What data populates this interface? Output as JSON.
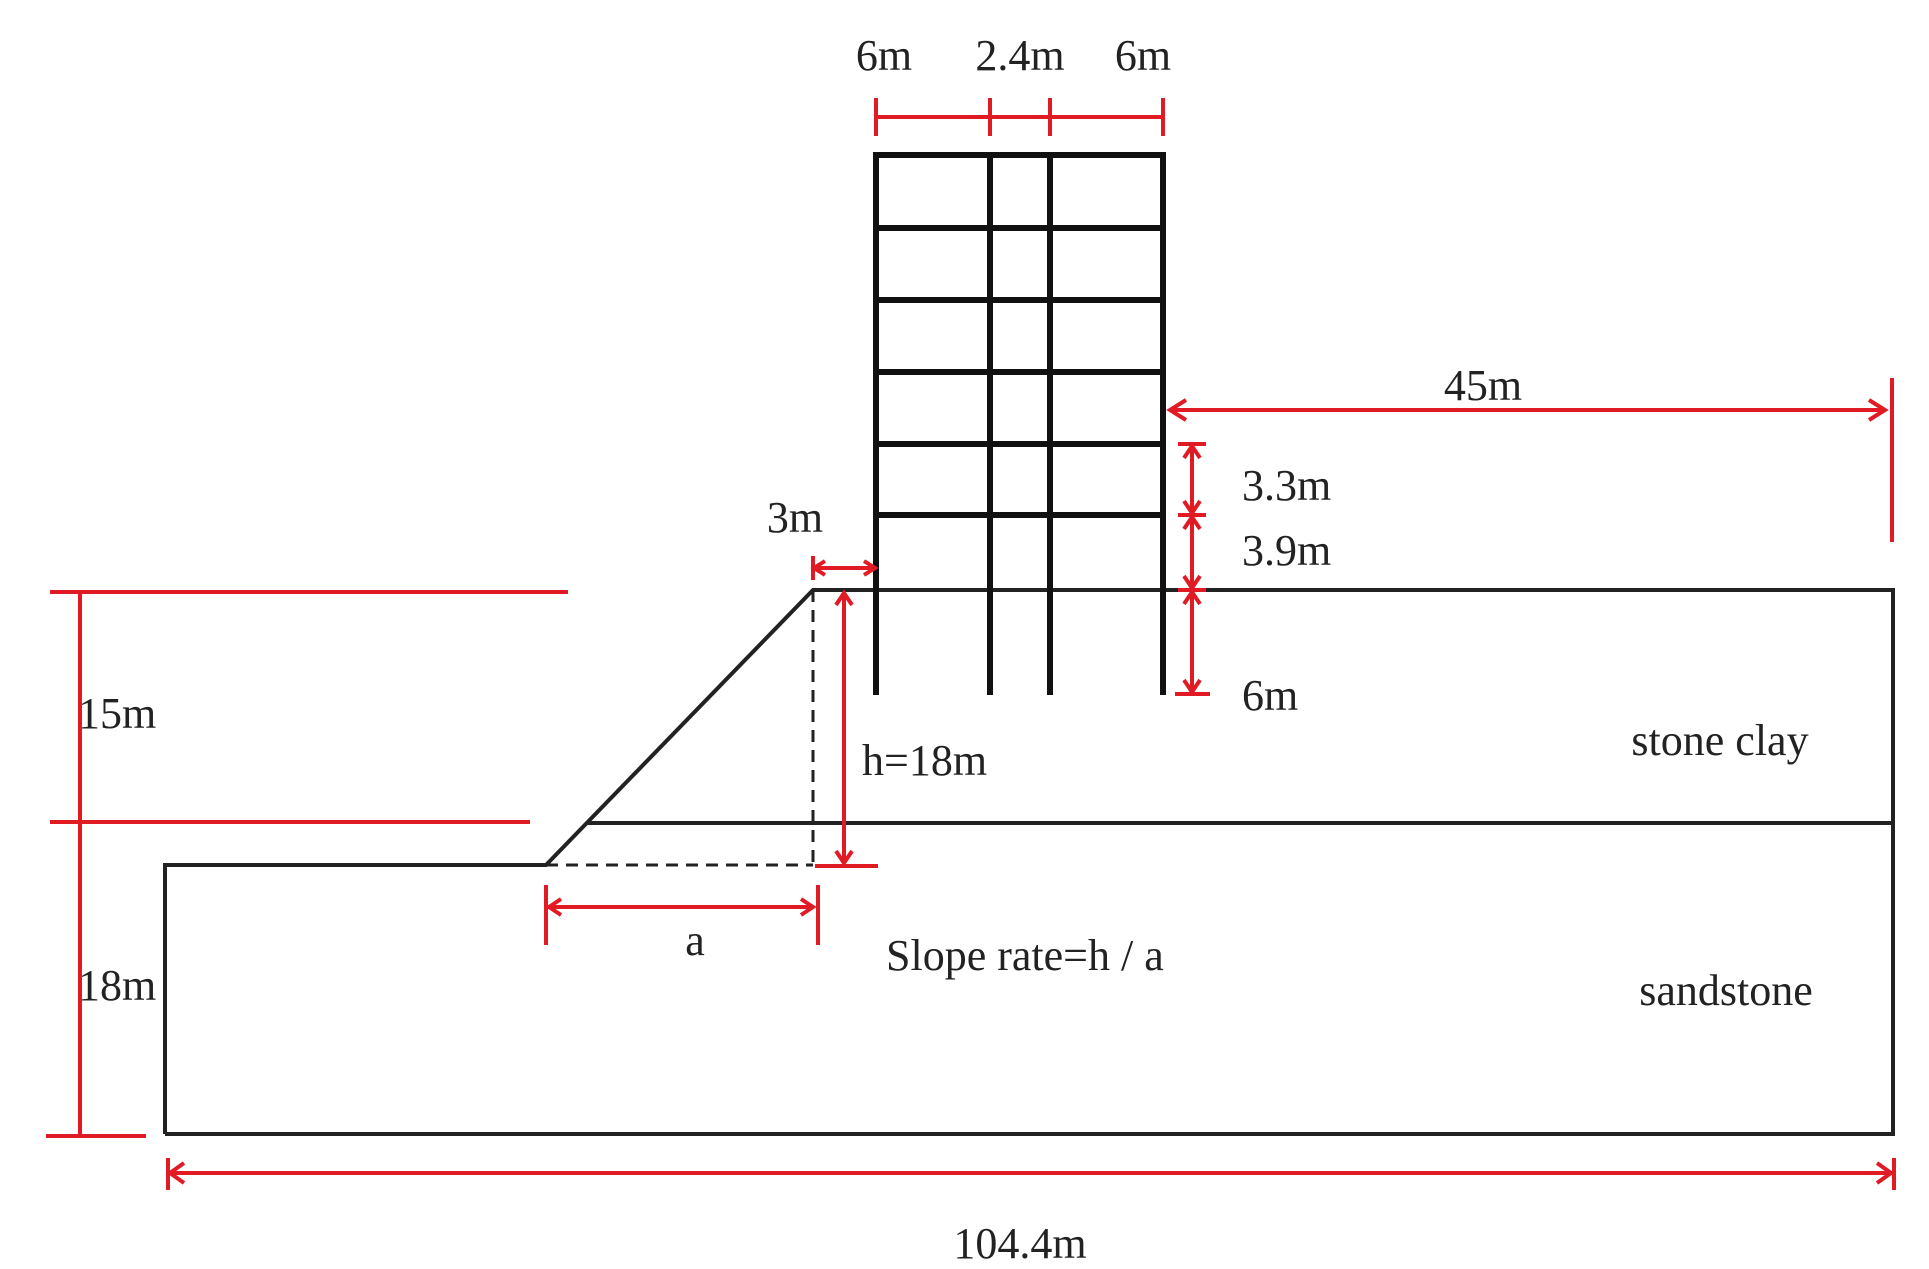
{
  "building": {
    "bay_widths": [
      "6m",
      "2.4m",
      "6m"
    ],
    "storey_labels": [
      "3.3m",
      "3.9m"
    ],
    "pile_depth_label": "6m",
    "setback_label": "3m",
    "right_extent_label": "45m"
  },
  "slope": {
    "height_label": "h=18m",
    "run_label": "a",
    "rate_label": "Slope rate=h / a"
  },
  "layers": {
    "upper": {
      "thickness_label": "15m",
      "name": "stone clay"
    },
    "lower": {
      "thickness_label": "18m",
      "name": "sandstone"
    }
  },
  "total_width_label": "104.4m",
  "colors": {
    "dimension": "#e01b24",
    "structure": "#111111"
  }
}
